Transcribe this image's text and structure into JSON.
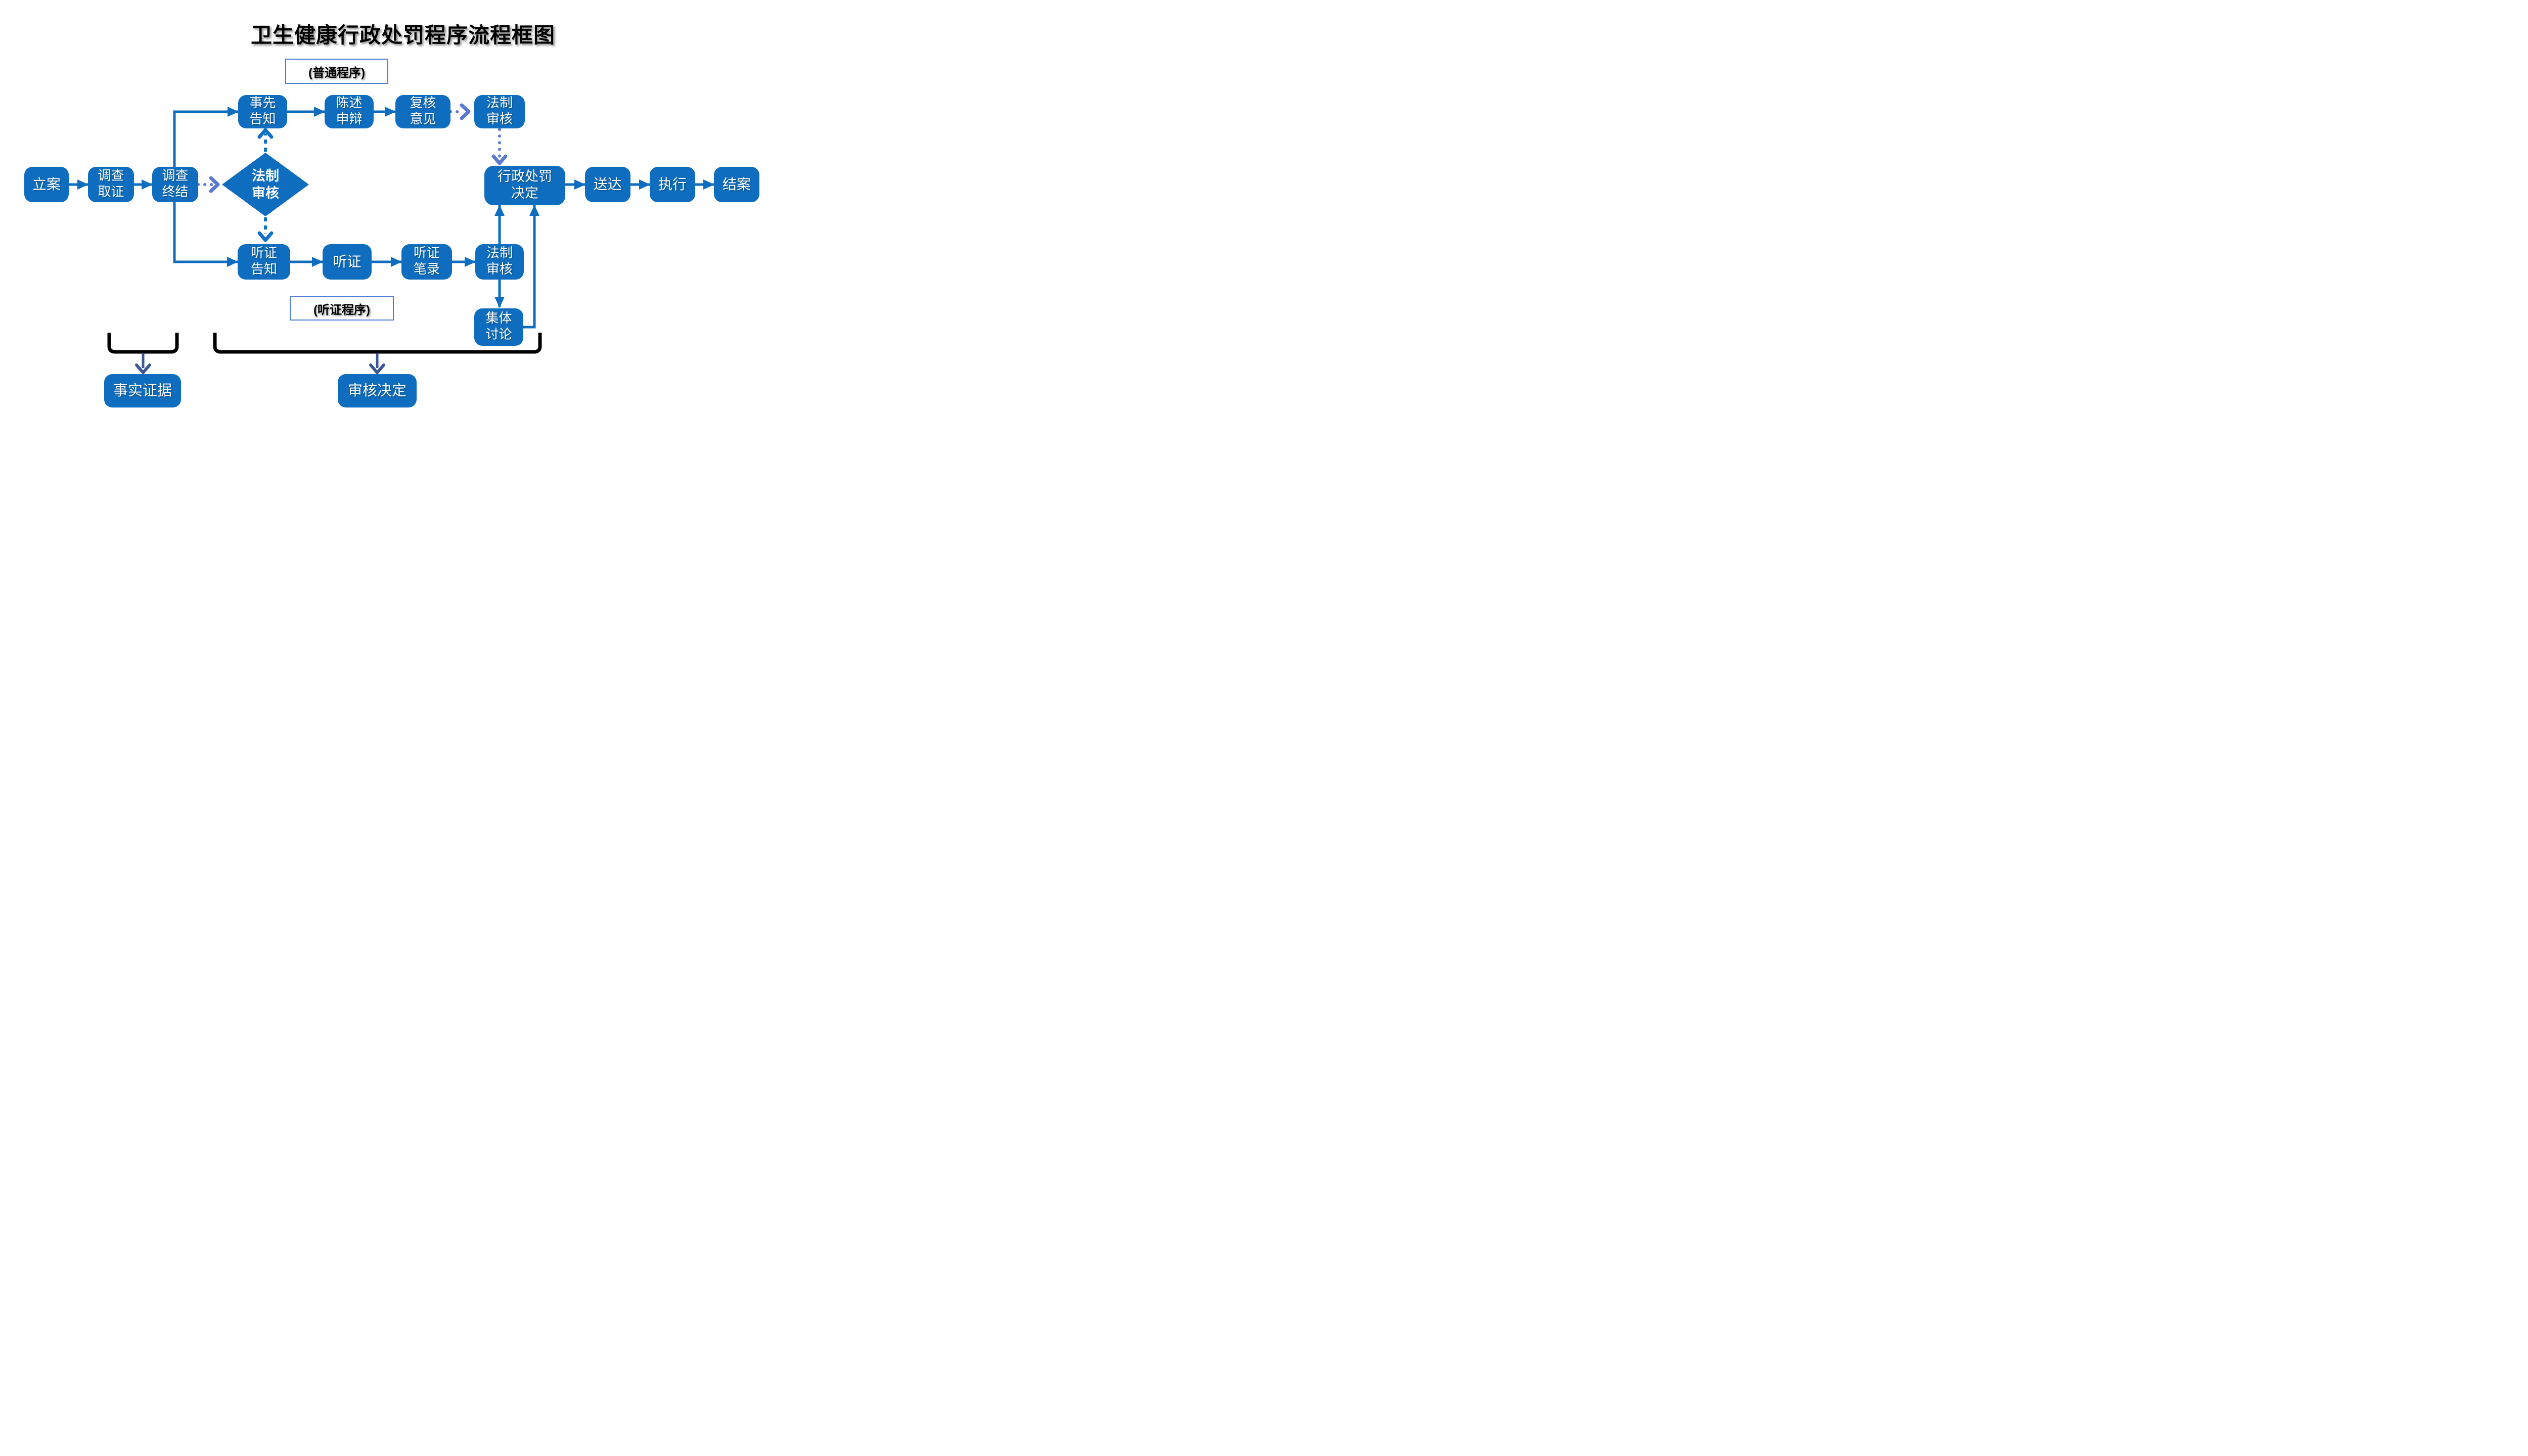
{
  "title": "卫生健康行政处罚程序流程框图",
  "labels": {
    "general_procedure": "(普通程序)",
    "hearing_procedure": "(听证程序)"
  },
  "nodes": {
    "li_an": "立案",
    "diaocha_quzheng": "调查\n取证",
    "diaocha_zhongjie": "调查\n终结",
    "fazhi_shenhe_diamond": "法制\n审核",
    "shixian_gaozhi": "事先\n告知",
    "chenshu_shenbian": "陈述\n申辩",
    "fuhe_yijian": "复核\n意见",
    "fazhi_shenhe_top": "法制\n审核",
    "xingzheng_chufa_jueding": "行政处罚\n决定",
    "songda": "送达",
    "zhixing": "执行",
    "jiean": "结案",
    "tingzheng_gaozhi": "听证\n告知",
    "tingzheng": "听证",
    "tingzheng_bilu": "听证\n笔录",
    "fazhi_shenhe_bottom": "法制\n审核",
    "jiti_taolun": "集体\n讨论",
    "shishi_zhengju": "事实证据",
    "shenhe_jueding": "审核决定"
  },
  "colors": {
    "node_blue": "#0E6DBE",
    "dot_blue": "#5878D2",
    "dash_blue": "#1070C4",
    "navy_arrow": "#3D5795",
    "bracket_black": "#000000",
    "label_border": "#4F7CD2",
    "text_white": "#FFFFFF"
  }
}
